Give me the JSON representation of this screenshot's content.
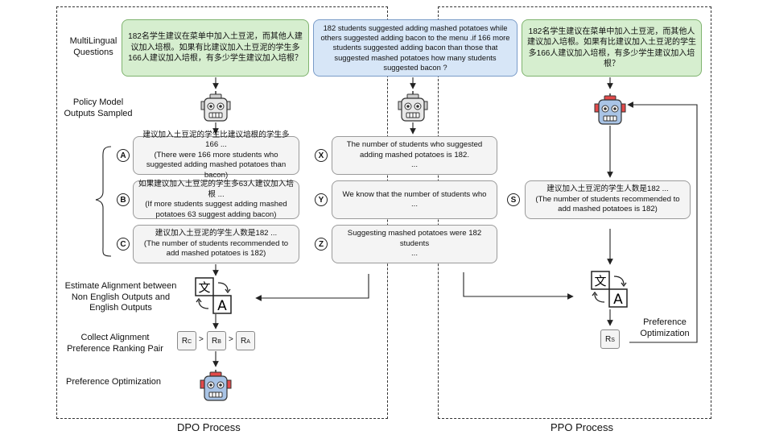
{
  "labels": {
    "multilingual_questions": "MultiLingual\nQuestions",
    "policy_outputs": "Policy Model\nOutputs Sampled",
    "estimate_alignment": "Estimate Alignment between\nNon English Outputs and\nEnglish Outputs",
    "collect_pairs": "Collect Alignment\nPreference Ranking Pair",
    "preference_optimization": "Preference Optimization",
    "ppo_preference_optimization": "Preference\nOptimization",
    "dpo_title": "DPO Process",
    "ppo_title": "PPO Process"
  },
  "questions": {
    "zh_left": "182名学生建议在菜单中加入土豆泥，而其他人建议加入培根。如果有比建议加入土豆泥的学生多166人建议加入培根，有多少学生建议加入培根？",
    "en_middle": "182 students suggested adding mashed potatoes while others suggested adding bacon to the menu .if 166 more students suggested adding bacon than those that suggested mashed potatoes how many students suggested bacon ?",
    "zh_right": "182名学生建议在菜单中加入土豆泥，而其他人建议加入培根。如果有比建议加入土豆泥的学生多166人建议加入培根，有多少学生建议加入培根？"
  },
  "outputs_left": [
    {
      "marker": "A",
      "zh": "建议加入土豆泥的学生比建议培根的学生多166 ...",
      "en": "(There were 166 more students who suggested adding mashed potatoes than bacon)"
    },
    {
      "marker": "B",
      "zh": "如果建议加入土豆泥的学生多63人建议加入培根 ...",
      "en": "(If more students suggest adding mashed potatoes 63 suggest adding bacon)"
    },
    {
      "marker": "C",
      "zh": "建议加入土豆泥的学生人数是182 ...",
      "en": "(The number of students recommended to add mashed potatoes is 182)"
    }
  ],
  "outputs_middle": [
    {
      "marker": "X",
      "line1": "The number of students who suggested adding mashed potatoes is 182.",
      "line2": "..."
    },
    {
      "marker": "Y",
      "line1": "We know that the number of students who",
      "line2": "..."
    },
    {
      "marker": "Z",
      "line1": "Suggesting mashed potatoes were 182 students",
      "line2": "..."
    }
  ],
  "output_right": {
    "marker": "S",
    "zh": "建议加入土豆泥的学生人数是182 ...",
    "en": "(The number of students recommended to add mashed potatoes is 182)"
  },
  "ranking": {
    "r_c": "R",
    "r_c_sub": "C",
    "r_b": "R",
    "r_b_sub": "B",
    "r_a": "R",
    "r_a_sub": "A",
    "r_s": "R",
    "r_s_sub": "S",
    "gt": ">"
  },
  "colors": {
    "question_green": "#d6eecf",
    "question_blue": "#d7e6f7",
    "output_gray": "#f4f4f4",
    "robot_head": "#a9c4e6",
    "robot_light": "#e34a4a"
  },
  "icons": [
    "robot-icon",
    "translate-icon"
  ],
  "translate_glyphs": {
    "zh": "文",
    "en": "A"
  }
}
